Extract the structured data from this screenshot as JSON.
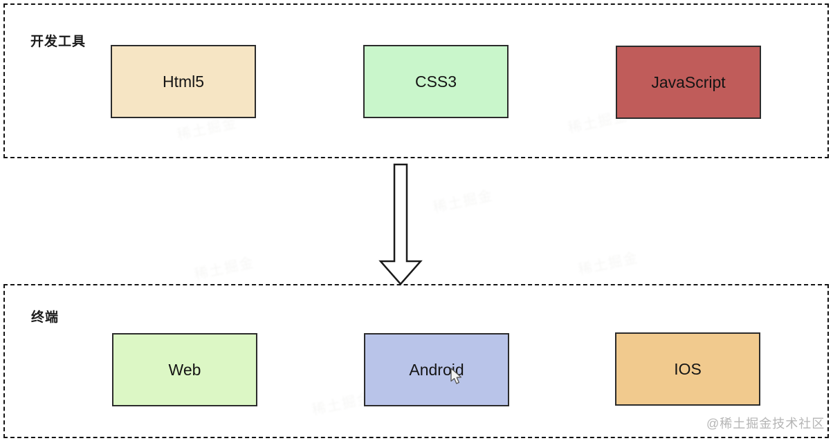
{
  "groups": [
    {
      "label": "开发工具",
      "nodes": [
        {
          "label": "Html5",
          "fill": "#f6e5c4"
        },
        {
          "label": "CSS3",
          "fill": "#c9f6cb"
        },
        {
          "label": "JavaScript",
          "fill": "#c05c5a"
        }
      ]
    },
    {
      "label": "终端",
      "nodes": [
        {
          "label": "Web",
          "fill": "#dcf7c5"
        },
        {
          "label": "Android",
          "fill": "#b9c4e9"
        },
        {
          "label": "IOS",
          "fill": "#f1ca8e"
        }
      ]
    }
  ],
  "arrow": {
    "direction": "down",
    "fill": "#ffffff",
    "stroke": "#1a1a1a"
  },
  "watermark": {
    "text": "@稀土掘金技术社区",
    "color": "#b5b5b5"
  },
  "faint_watermark": {
    "text": "稀土掘金"
  },
  "colors": {
    "background": "#ffffff",
    "dashed_border": "#111111",
    "box_border": "#2b2b2b",
    "label_text": "#1b1b1b"
  }
}
